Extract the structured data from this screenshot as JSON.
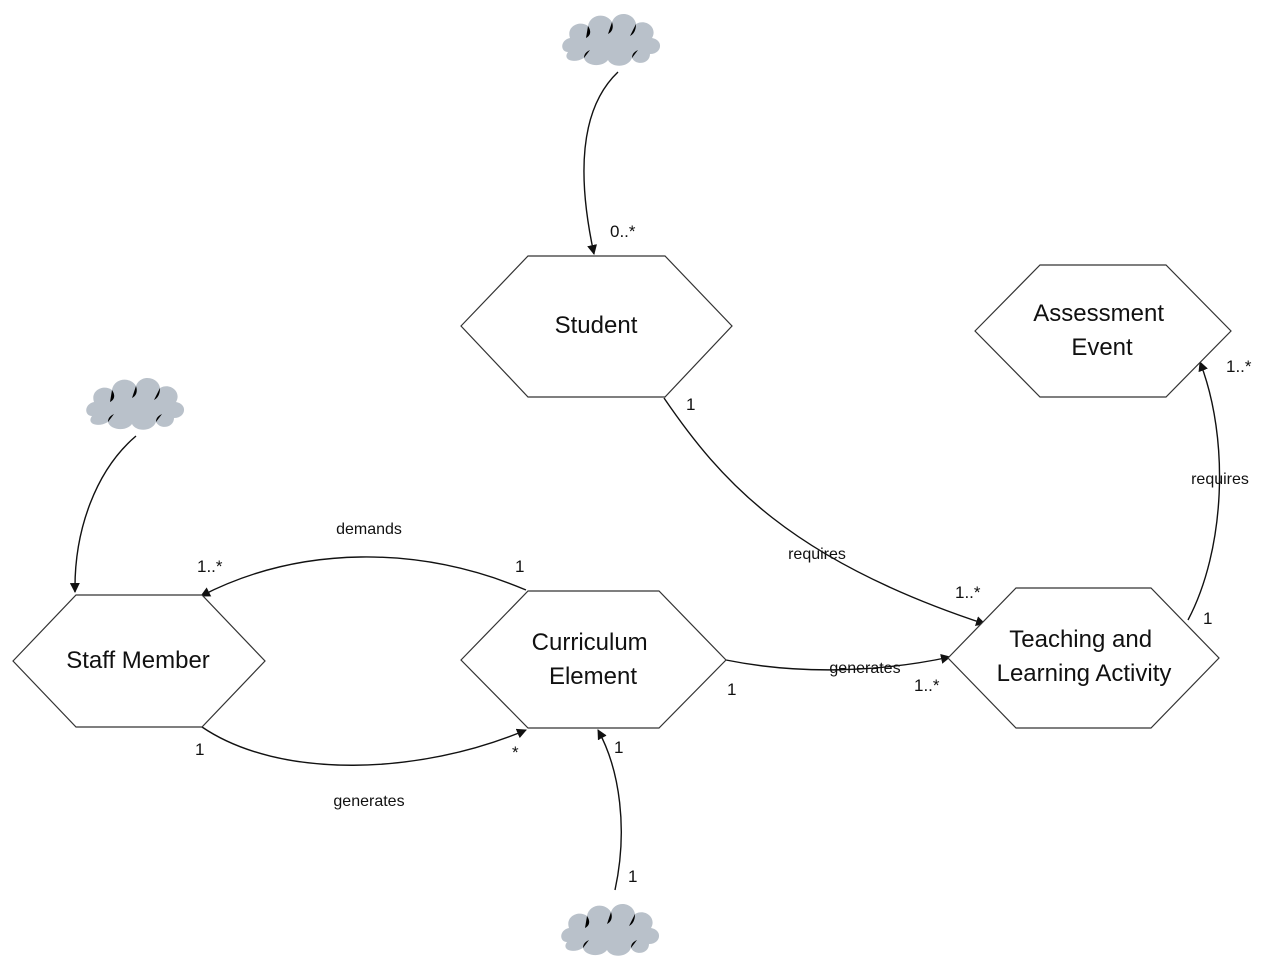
{
  "nodes": {
    "student": [
      "Student"
    ],
    "assessment_event": [
      "Assessment",
      "Event"
    ],
    "staff_member": [
      "Staff Member"
    ],
    "curriculum_element": [
      "Curriculum",
      "Element"
    ],
    "teaching_activity": [
      "Teaching and",
      "Learning Activity"
    ]
  },
  "relations": {
    "student_to_activity": "requires",
    "activity_to_assessment": "requires",
    "element_to_staff": "demands",
    "staff_to_element": "generates",
    "element_to_activity": "generates"
  },
  "multiplicities": {
    "student_from_cloud": "0..*",
    "student_out": "1",
    "activity_in_from_student": "1..*",
    "activity_out": "1",
    "assessment_in": "1..*",
    "staff_in": "1..*",
    "element_demands_out": "1",
    "staff_out": "1",
    "element_in_from_staff": "*",
    "element_generates_out": "1",
    "activity_in_from_element": "1..*",
    "element_in_from_cloud": "1",
    "cloud_bottom_out": "1"
  },
  "colors": {
    "cloud_fill": "#b9c1ca",
    "stroke": "#333333"
  }
}
